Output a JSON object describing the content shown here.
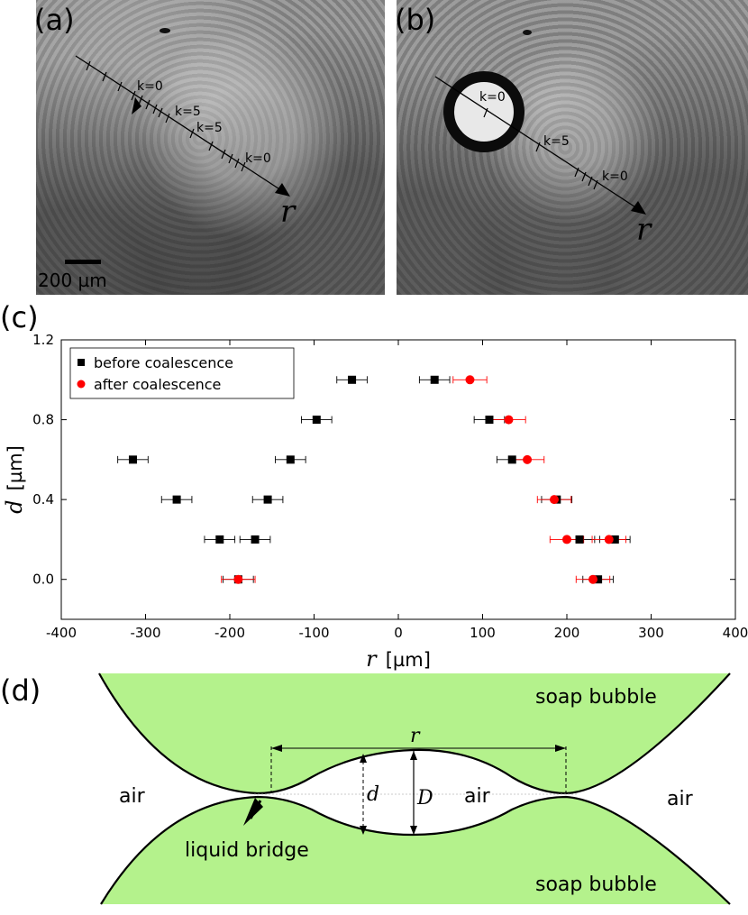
{
  "panels": {
    "a": {
      "label": "(a)",
      "scale_bar": "200 µm",
      "k_labels": [
        "k=0",
        "k=5",
        "k=5",
        "k=0"
      ],
      "axis_label": "r"
    },
    "b": {
      "label": "(b)",
      "k_labels": [
        "k=0",
        "k=5",
        "k=0"
      ],
      "axis_label": "r"
    },
    "c": {
      "label": "(c)"
    },
    "d": {
      "label": "(d)",
      "texts": {
        "soap_top": "soap bubble",
        "soap_bottom": "soap bubble",
        "air_left": "air",
        "air_center": "air",
        "air_right": "air",
        "liquid_bridge": "liquid bridge",
        "r": "r",
        "d": "d",
        "D": "D"
      },
      "colors": {
        "film": "#b4f28c"
      }
    }
  },
  "chart_data": {
    "type": "scatter",
    "xlabel_var": "r",
    "xlabel_unit": "[µm]",
    "ylabel_var": "d",
    "ylabel_unit": "[µm]",
    "xlim": [
      -400,
      400
    ],
    "ylim": [
      -0.2,
      1.2
    ],
    "xticks": [
      "-400",
      "-300",
      "-200",
      "-100",
      "0",
      "100",
      "200",
      "300",
      "400"
    ],
    "yticks": [
      "0.0",
      "0.4",
      "0.8",
      "1.2"
    ],
    "legend_position": "top-left",
    "series": [
      {
        "name": "before coalescence",
        "color": "#000000",
        "marker": "square",
        "points": [
          {
            "x": -55,
            "y": 1.0,
            "err": 18
          },
          {
            "x": 43,
            "y": 1.0,
            "err": 18
          },
          {
            "x": -97,
            "y": 0.8,
            "err": 18
          },
          {
            "x": 108,
            "y": 0.8,
            "err": 18
          },
          {
            "x": -315,
            "y": 0.6,
            "err": 18
          },
          {
            "x": -128,
            "y": 0.6,
            "err": 18
          },
          {
            "x": 135,
            "y": 0.6,
            "err": 18
          },
          {
            "x": -263,
            "y": 0.4,
            "err": 18
          },
          {
            "x": -155,
            "y": 0.4,
            "err": 18
          },
          {
            "x": 188,
            "y": 0.4,
            "err": 18
          },
          {
            "x": -212,
            "y": 0.2,
            "err": 18
          },
          {
            "x": -170,
            "y": 0.2,
            "err": 18
          },
          {
            "x": 215,
            "y": 0.2,
            "err": 18
          },
          {
            "x": 257,
            "y": 0.2,
            "err": 18
          },
          {
            "x": -190,
            "y": 0.0,
            "err": 18
          },
          {
            "x": 237,
            "y": 0.0,
            "err": 18
          }
        ]
      },
      {
        "name": "after coalescence",
        "color": "#ff0000",
        "marker": "circle",
        "points": [
          {
            "x": 85,
            "y": 1.0,
            "err": 20
          },
          {
            "x": 131,
            "y": 0.8,
            "err": 20
          },
          {
            "x": 153,
            "y": 0.6,
            "err": 20
          },
          {
            "x": 185,
            "y": 0.4,
            "err": 20
          },
          {
            "x": 200,
            "y": 0.2,
            "err": 20
          },
          {
            "x": 250,
            "y": 0.2,
            "err": 20
          },
          {
            "x": -190,
            "y": 0.0,
            "err": 20
          },
          {
            "x": 231,
            "y": 0.0,
            "err": 20
          }
        ]
      }
    ]
  }
}
